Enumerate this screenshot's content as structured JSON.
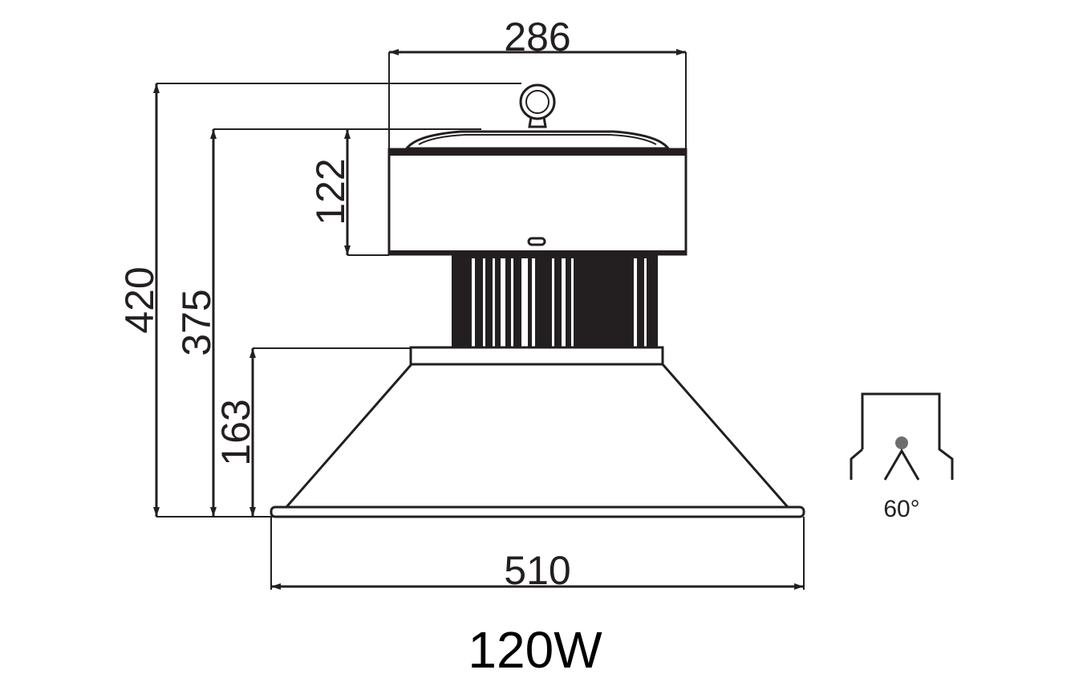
{
  "dimensions": {
    "top_width": "286",
    "total_height": "420",
    "body_height": "375",
    "driver_height": "122",
    "reflector_height": "163",
    "bottom_width": "510"
  },
  "beam_angle": "60°",
  "power": "120W",
  "colors": {
    "line": "#231f20",
    "background": "#ffffff"
  }
}
